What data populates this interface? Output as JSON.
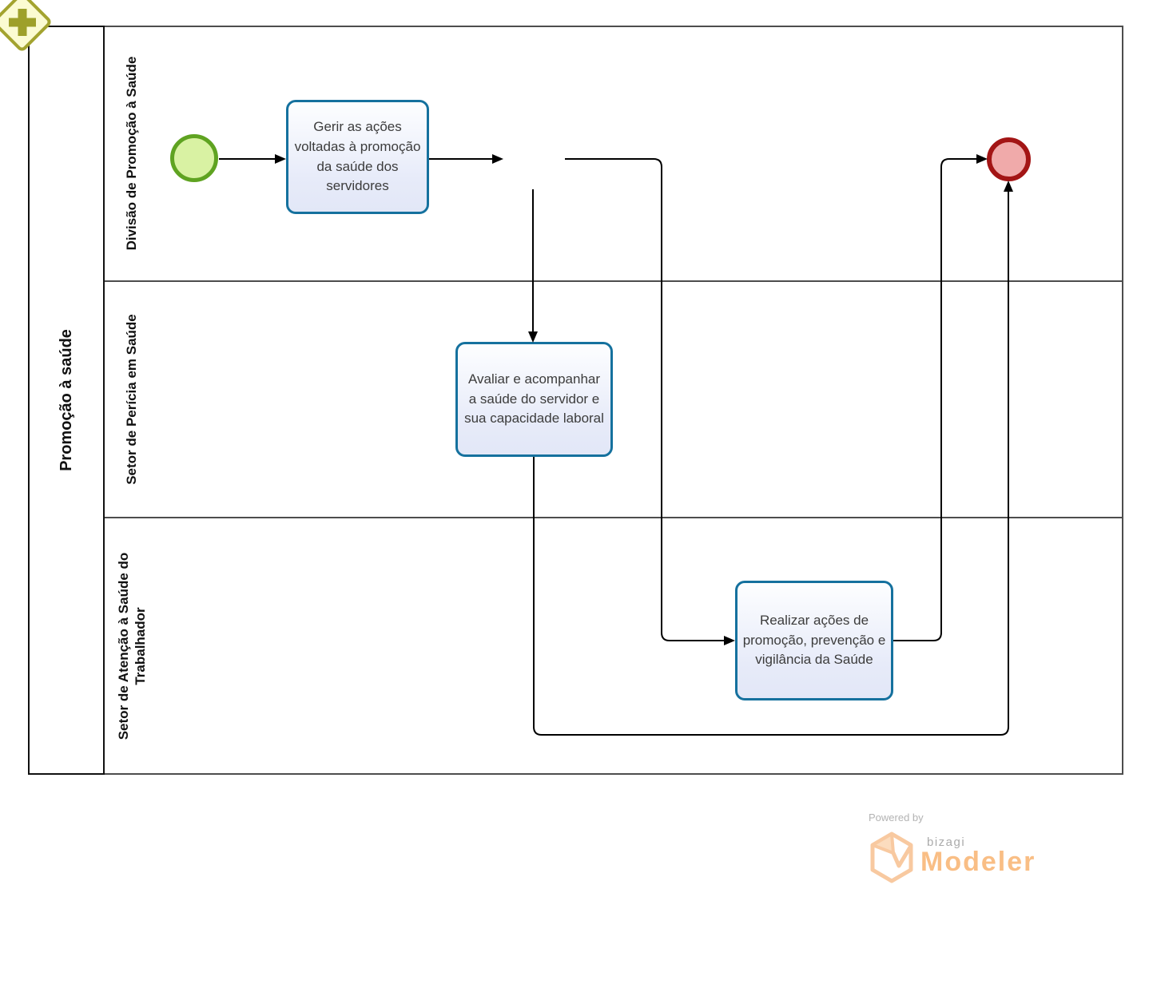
{
  "pool": {
    "label": "Promoção à saúde",
    "lanes": [
      {
        "label": "Divisão de Promoção à Saúde"
      },
      {
        "label": "Setor de Perícia em Saúde"
      },
      {
        "label": "Setor de Atenção à Saúde do Trabalhador"
      }
    ]
  },
  "nodes": {
    "start_event": {
      "type": "start-event"
    },
    "task1": {
      "label": "Gerir as ações voltadas à promoção da saúde dos servidores"
    },
    "gateway": {
      "type": "parallel-gateway",
      "glyph": "plus"
    },
    "task2": {
      "label": "Avaliar e acompanhar a saúde do servidor e sua capacidade laboral"
    },
    "task3": {
      "label": "Realizar ações de promoção, prevenção e vigilância da Saúde"
    },
    "end_event": {
      "type": "end-event"
    }
  },
  "icons": {
    "parallel_gateway": "plus",
    "bizagi_logo": "hex-cube"
  },
  "colors": {
    "task_border": "#15719E",
    "task_fill": "#E7EBF9",
    "start_border": "#5FA321",
    "start_fill": "#D9F2A3",
    "end_border": "#A31515",
    "end_fill": "#F0AAAA",
    "gateway_border": "#A3A32F",
    "gateway_fill": "#FBFBD2",
    "lane_border": "#4D4D4D",
    "connector": "#000000",
    "brand_orange": "#F9BE85"
  },
  "footer": {
    "powered_by": "Powered by",
    "brand": "bizagi",
    "product": "Modeler"
  }
}
